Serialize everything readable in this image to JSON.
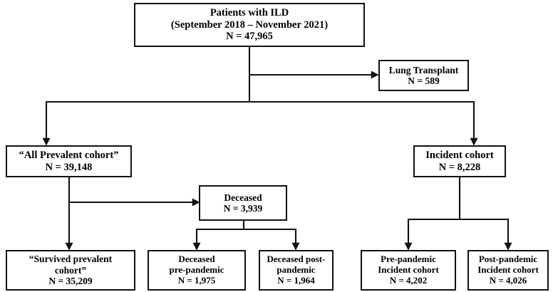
{
  "chart_data": {
    "type": "diagram",
    "diagram_kind": "patient-flow-consort",
    "title": "Patients with ILD cohort derivation flow diagram",
    "nodes": [
      {
        "id": "patients-ild",
        "lines": [
          "Patients with ILD",
          "(September 2018 – November 2021)",
          "N = 47,965"
        ],
        "count": 47965,
        "bold": true
      },
      {
        "id": "lung-transplant",
        "lines": [
          "Lung Transplant",
          "N = 589"
        ],
        "count": 589,
        "bold": true
      },
      {
        "id": "all-prevalent-cohort",
        "lines": [
          "“All Prevalent cohort”",
          "N = 39,148"
        ],
        "count": 39148,
        "bold": true
      },
      {
        "id": "incident-cohort",
        "lines": [
          "Incident cohort",
          "N = 8,228"
        ],
        "count": 8228,
        "bold": true
      },
      {
        "id": "deceased",
        "lines": [
          "Deceased",
          "N = 3,939"
        ],
        "count": 3939,
        "bold": true
      },
      {
        "id": "survived-prevalent-cohort",
        "lines": [
          "“Survived prevalent",
          "cohort”",
          "N = 35,209"
        ],
        "count": 35209,
        "bold": true
      },
      {
        "id": "deceased-pre-pandemic",
        "lines": [
          "Deceased",
          "pre-pandemic",
          "N = 1,975"
        ],
        "count": 1975,
        "bold": true
      },
      {
        "id": "deceased-post-pandemic",
        "lines": [
          "Deceased post-",
          "pandemic",
          "N = 1,964"
        ],
        "count": 1964,
        "bold": true
      },
      {
        "id": "pre-pandemic-incident-cohort",
        "lines": [
          "Pre-pandemic",
          "Incident cohort",
          "N = 4,202"
        ],
        "count": 4202,
        "bold": true
      },
      {
        "id": "post-pandemic-incident-cohort",
        "lines": [
          "Post-pandemic",
          "Incident cohort",
          "N = 4,026"
        ],
        "count": 4026,
        "bold": true
      }
    ],
    "edges": [
      {
        "from": "patients-ild",
        "to": "lung-transplant"
      },
      {
        "from": "patients-ild",
        "to": "all-prevalent-cohort"
      },
      {
        "from": "patients-ild",
        "to": "incident-cohort"
      },
      {
        "from": "all-prevalent-cohort",
        "to": "deceased"
      },
      {
        "from": "all-prevalent-cohort",
        "to": "survived-prevalent-cohort"
      },
      {
        "from": "deceased",
        "to": "deceased-pre-pandemic"
      },
      {
        "from": "deceased",
        "to": "deceased-post-pandemic"
      },
      {
        "from": "incident-cohort",
        "to": "pre-pandemic-incident-cohort"
      },
      {
        "from": "incident-cohort",
        "to": "post-pandemic-incident-cohort"
      }
    ],
    "colors": {
      "line": "#111111",
      "box_border": "#111111",
      "box_fill": "#ffffff",
      "text": "#000000"
    }
  },
  "boxes": {
    "patients_ild": {
      "line1": "Patients with ILD",
      "line2": "(September 2018 – November 2021)",
      "line3": "N = 47,965"
    },
    "lung_transplant": {
      "line1": "Lung Transplant",
      "line2": "N = 589"
    },
    "all_prevalent_cohort": {
      "line1": "“All Prevalent cohort”",
      "line2": "N = 39,148"
    },
    "incident_cohort": {
      "line1": "Incident cohort",
      "line2": "N = 8,228"
    },
    "deceased": {
      "line1": "Deceased",
      "line2": "N = 3,939"
    },
    "survived_prevalent_cohort": {
      "line1": "“Survived prevalent",
      "line2": "cohort”",
      "line3": "N = 35,209"
    },
    "deceased_pre_pandemic": {
      "line1": "Deceased",
      "line2": "pre-pandemic",
      "line3": "N = 1,975"
    },
    "deceased_post_pandemic": {
      "line1": "Deceased post-",
      "line2": "pandemic",
      "line3": "N = 1,964"
    },
    "pre_pandemic_incident_cohort": {
      "line1": "Pre-pandemic",
      "line2": "Incident cohort",
      "line3": "N = 4,202"
    },
    "post_pandemic_incident_cohort": {
      "line1": "Post-pandemic",
      "line2": "Incident cohort",
      "line3": "N = 4,026"
    }
  }
}
